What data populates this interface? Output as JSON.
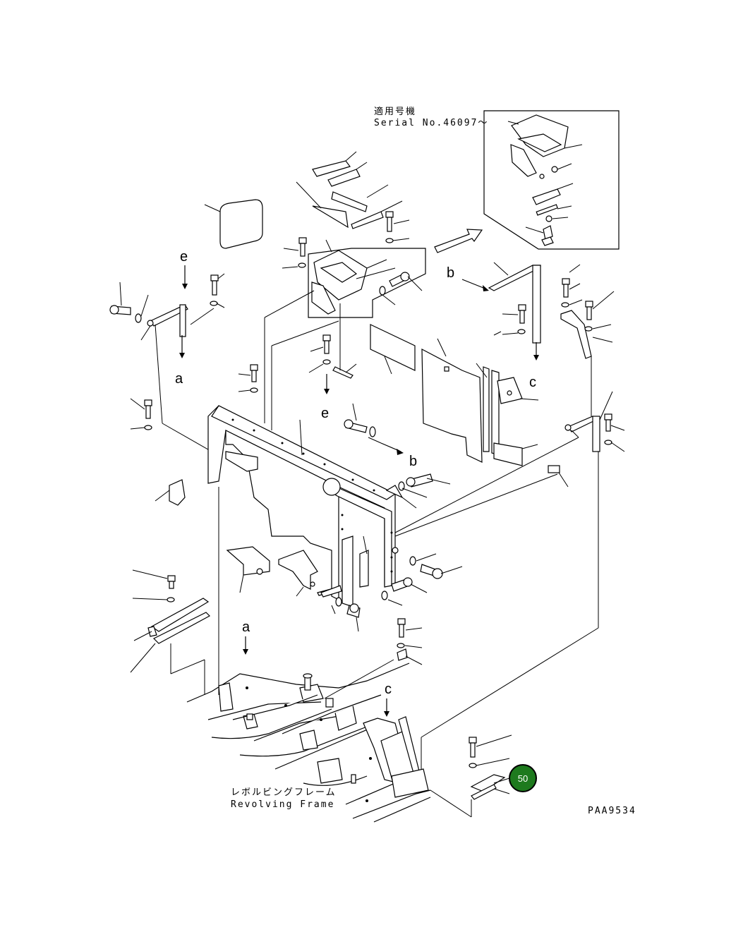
{
  "serial_note": {
    "jp": "適用号機",
    "en": "Serial No.46097～"
  },
  "frame_label": {
    "jp": "レボルビングフレーム",
    "en": "Revolving Frame"
  },
  "drawing_code": "PAA9534",
  "letter_labels": {
    "e_top": "e",
    "a_left": "a",
    "b_top": "b",
    "c_right": "c",
    "e_mid": "e",
    "b_mid": "b",
    "a_bottom": "a",
    "c_bottom": "c"
  },
  "callout": {
    "number": "50",
    "color": "#1e7a1e"
  }
}
